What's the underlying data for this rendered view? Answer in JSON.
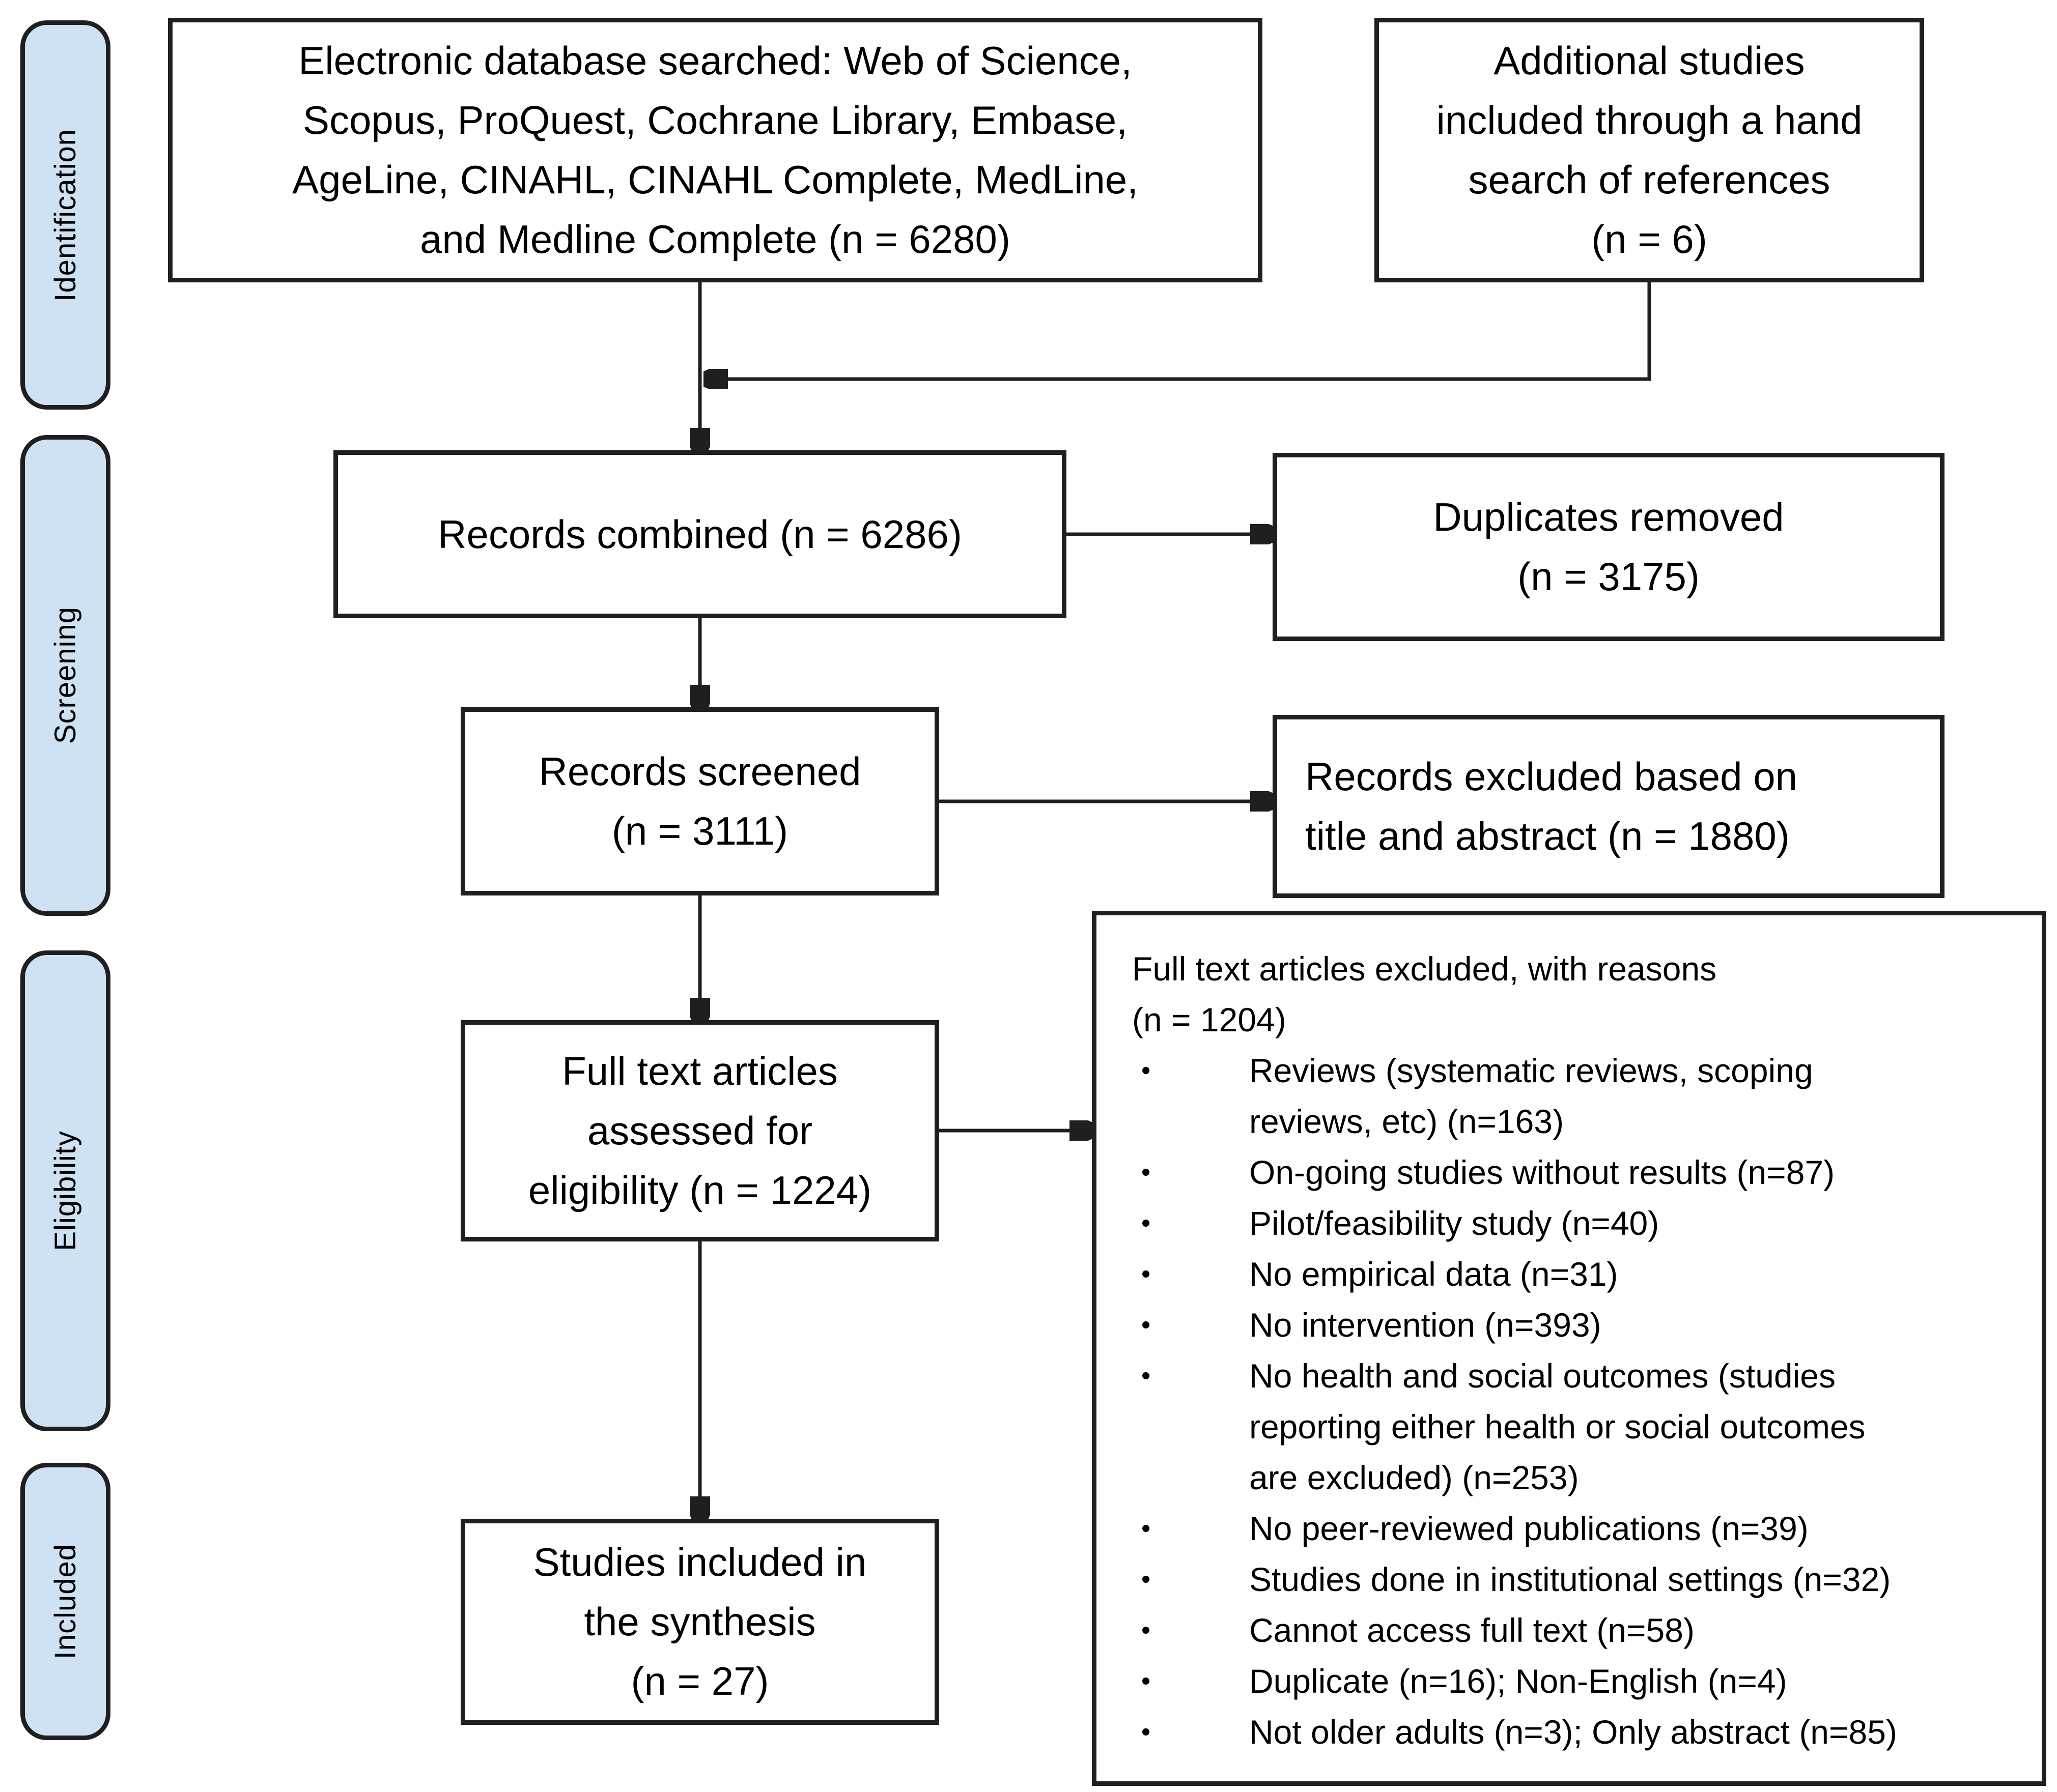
{
  "stages": [
    {
      "label": "Identification"
    },
    {
      "label": "Screening"
    },
    {
      "label": "Eligibility"
    },
    {
      "label": "Included"
    }
  ],
  "boxes": {
    "databases": "Electronic database searched: Web of Science,\nScopus, ProQuest, Cochrane Library, Embase,\nAgeLine, CINAHL, CINAHL Complete, MedLine,\nand Medline Complete (n = 6280)",
    "hand_search": "Additional studies\nincluded through a hand\nsearch of references\n(n = 6)",
    "records_combined": "Records combined (n = 6286)",
    "duplicates_removed": "Duplicates removed\n(n = 3175)",
    "records_screened": "Records screened\n(n = 3111)",
    "records_excluded": "Records excluded based on\ntitle and abstract (n = 1880)",
    "full_text_assessed": "Full text articles\nassessed for\neligibility (n = 1224)",
    "studies_included": "Studies included in\nthe synthesis\n(n = 27)"
  },
  "exclusion": {
    "heading": "Full text articles excluded, with reasons\n(n = 1204)",
    "reasons": [
      "Reviews (systematic reviews, scoping\nreviews, etc) (n=163)",
      "On-going studies without results (n=87)",
      "Pilot/feasibility study (n=40)",
      "No empirical data (n=31)",
      "No intervention (n=393)",
      "No health and social outcomes (studies\nreporting either health or social outcomes\nare excluded) (n=253)",
      "No peer-reviewed publications (n=39)",
      "Studies done in institutional settings (n=32)",
      "Cannot access full text (n=58)",
      "Duplicate (n=16); Non-English (n=4)",
      "Not older adults (n=3); Only abstract (n=85)"
    ]
  },
  "colors": {
    "stage_fill": "#cfe2f3",
    "line": "#1f1f1f"
  }
}
